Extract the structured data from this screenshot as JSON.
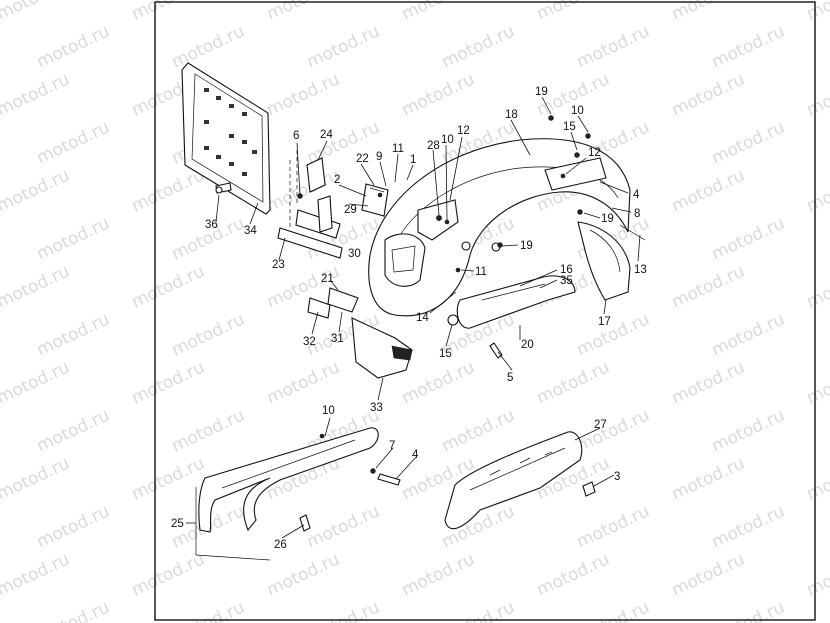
{
  "watermark": "motod.ru",
  "callouts": [
    "1",
    "2",
    "3",
    "4",
    "5",
    "6",
    "7",
    "8",
    "9",
    "10",
    "11",
    "12",
    "13",
    "14",
    "15",
    "16",
    "17",
    "18",
    "19",
    "20",
    "21",
    "22",
    "23",
    "24",
    "25",
    "26",
    "27",
    "28",
    "29",
    "30",
    "31",
    "32",
    "33",
    "34",
    "35",
    "36"
  ]
}
